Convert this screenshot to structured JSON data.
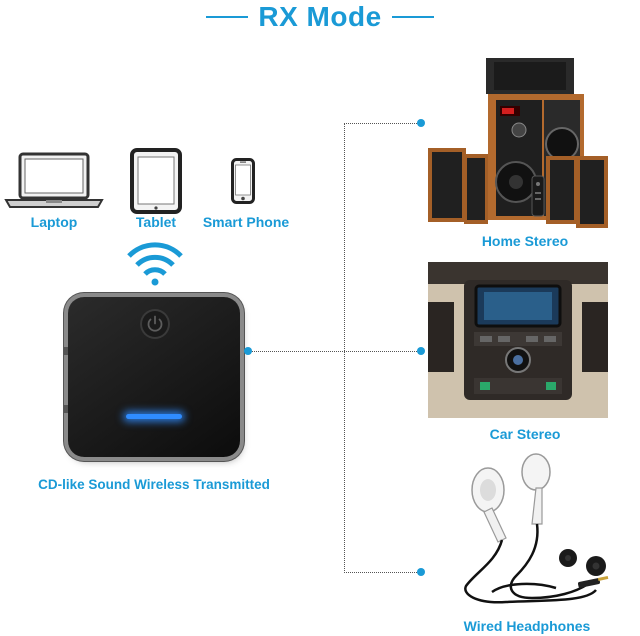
{
  "title": "RX Mode",
  "source_devices": {
    "laptop": "Laptop",
    "tablet": "Tablet",
    "smartphone": "Smart Phone"
  },
  "device_caption": "CD-like Sound Wireless Transmitted",
  "outputs": {
    "home_stereo": "Home Stereo",
    "car_stereo": "Car Stereo",
    "wired_headphones": "Wired Headphones"
  },
  "colors": {
    "accent": "#1a9ad6",
    "led": "#2f8cff"
  }
}
